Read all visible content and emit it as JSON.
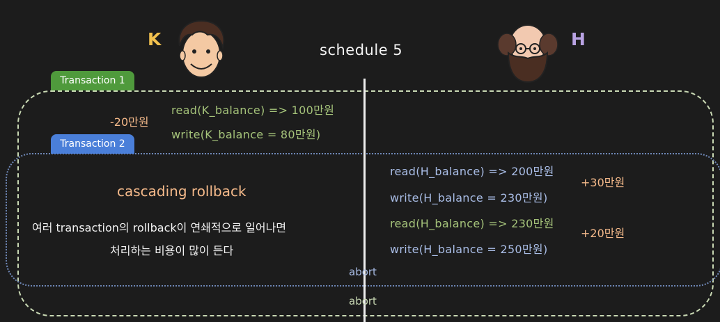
{
  "header": {
    "title": "schedule 5",
    "left_label": "K",
    "right_label": "H"
  },
  "transactions": {
    "t1_label": "Transaction 1",
    "t2_label": "Transaction 2"
  },
  "k_ops": {
    "delta": "-20만원",
    "read": "read(K_balance) => 100만원",
    "write": "write(K_balance = 80만원)"
  },
  "h_ops": {
    "read1": "read(H_balance) => 200만원",
    "write1": "write(H_balance = 230만원)",
    "delta1": "+30만원",
    "read2": "read(H_balance) => 230만원",
    "write2": "write(H_balance = 250만원)",
    "delta2": "+20만원"
  },
  "explanation": {
    "title": "cascading rollback",
    "line1": "여러 transaction의 rollback이 연쇄적으로 일어나면",
    "line2": "처리하는 비용이 많이 든다"
  },
  "aborts": {
    "abort_t2": "abort",
    "abort_t1": "abort"
  },
  "colors": {
    "background": "#1c1c1c",
    "t1_tab": "#4f9a3c",
    "t2_tab": "#4a7fd9",
    "k_label": "#f2c14e",
    "h_label": "#b9a3e3",
    "delta_text": "#f4b98a"
  },
  "icons": [
    "k-character-face-icon",
    "h-character-face-icon"
  ]
}
